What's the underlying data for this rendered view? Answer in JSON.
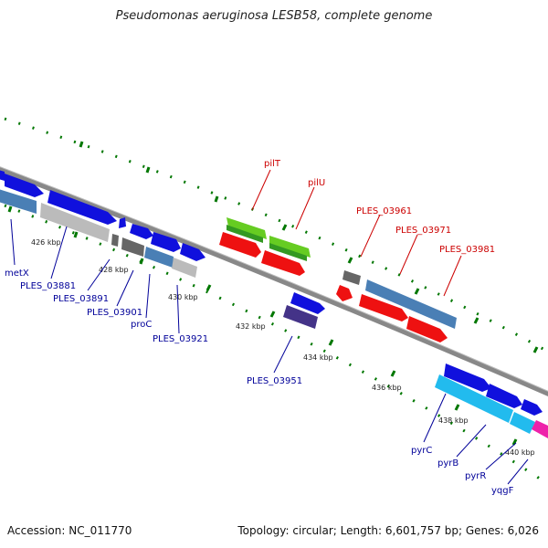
{
  "title": "Pseudomonas aeruginosa LESB58, complete genome",
  "footer": {
    "accession": "Accession: NC_011770",
    "summary": "Topology: circular; Length: 6,601,757 bp; Genes: 6,026"
  },
  "ticks": [
    "426 kbp",
    "428 kbp",
    "430 kbp",
    "432 kbp",
    "434 kbp",
    "436 kbp",
    "438 kbp",
    "440 kbp"
  ],
  "labels_top": [
    "pilT",
    "pilU",
    "PLES_03961",
    "PLES_03971",
    "PLES_03981"
  ],
  "labels_bottom": [
    "metX",
    "PLES_03881",
    "PLES_03891",
    "PLES_03901",
    "proC",
    "PLES_03921",
    "PLES_03951",
    "pyrC",
    "pyrB",
    "pyrR",
    "yqgF"
  ],
  "colors": {
    "backbone": "#888888",
    "tick": "#007700",
    "top_label": "#cc0000",
    "bottom_label": "#000099",
    "gene_blue": "#1010dd",
    "gene_steel": "#4a7fb5",
    "gene_gray": "#bbbbbb",
    "gene_red": "#ee1111",
    "gene_green": "#66cc22",
    "gene_cyan": "#22bbee",
    "gene_magenta": "#ee22aa",
    "gene_navy": "#443388"
  }
}
